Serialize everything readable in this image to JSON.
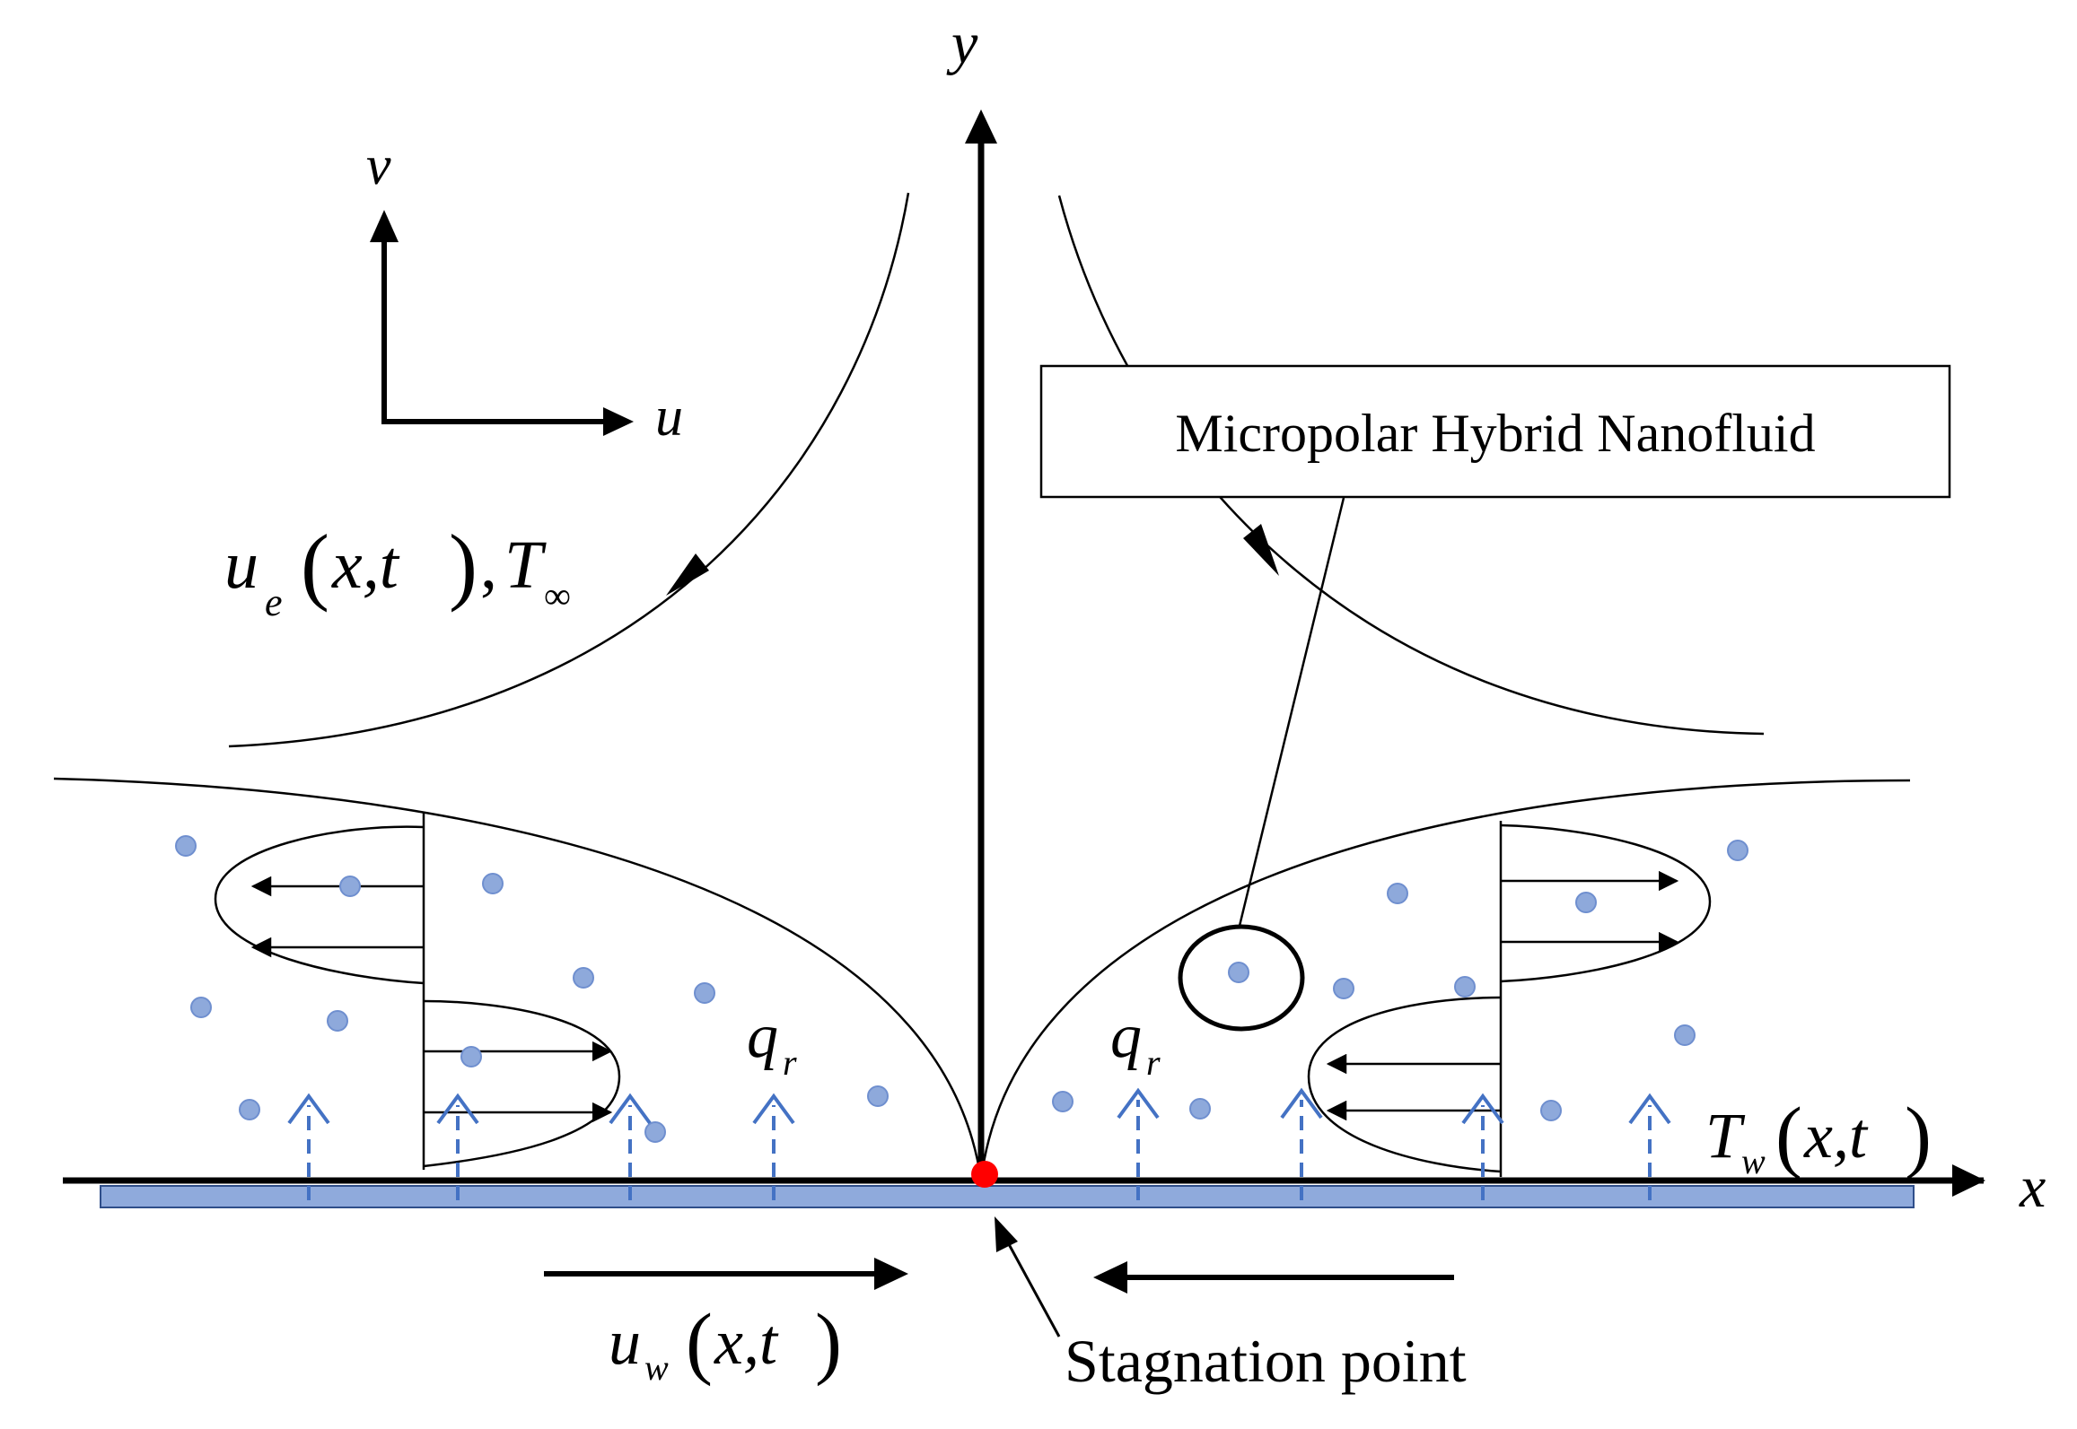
{
  "axes": {
    "y_label": "y",
    "x_label": "x",
    "inset_v_label": "v",
    "inset_u_label": "u"
  },
  "labels": {
    "freestream_u": "u",
    "freestream_u_sub": "e",
    "freestream_args": "x,t",
    "freestream_T": "T",
    "freestream_T_sub": "∞",
    "qr_left": "q",
    "qr_left_sub": "r",
    "qr_right": "q",
    "qr_right_sub": "r",
    "wall_T": "T",
    "wall_T_sub": "w",
    "wall_T_args": "x,t",
    "wall_u": "u",
    "wall_u_sub": "w",
    "wall_u_args": "x,t",
    "box": "Micropolar Hybrid Nanofluid",
    "stagnation": "Stagnation point"
  },
  "colors": {
    "ink": "#000000",
    "particle": "#8EA9DB",
    "particle_stroke": "#6F8FCF",
    "heat_flux_arrow": "#4472C4",
    "plate_fill": "#8FAADC",
    "plate_stroke": "#2F4E8A",
    "stagnation_point": "#FF0000"
  }
}
